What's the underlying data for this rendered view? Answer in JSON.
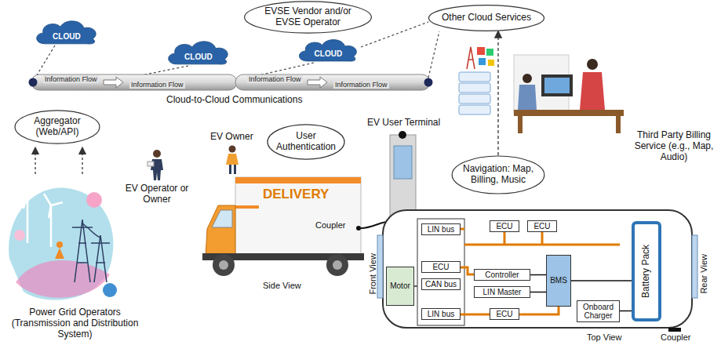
{
  "diagram": {
    "nodes": [
      {
        "text": [
          "CLOUD"
        ]
      },
      {
        "text": [
          "EVSE Vendor and/or EVSE Operator"
        ]
      },
      {
        "text": [
          "CLOUD"
        ]
      },
      {
        "text": [
          "CLOUD"
        ]
      },
      {
        "text": [
          "Other Cloud Services"
        ]
      },
      {
        "text": [
          "Aggregator (Web/API)"
        ]
      },
      {
        "text": [
          "User Authentication"
        ]
      },
      {
        "text": [
          "Navigation: Map, Billing, Music"
        ]
      },
      {
        "text": [
          "LIN bus"
        ]
      },
      {
        "text": [
          "ECU"
        ]
      },
      {
        "text": [
          "ECU"
        ]
      },
      {
        "text": [
          "ECU"
        ]
      },
      {
        "text": [
          "Controller"
        ]
      },
      {
        "text": [
          "CAN bus"
        ]
      },
      {
        "text": [
          "LIN Master"
        ]
      },
      {
        "text": [
          "BMS"
        ]
      },
      {
        "text": [
          "Motor"
        ]
      },
      {
        "text": [
          "Battery Pack"
        ]
      },
      {
        "text": [
          "LIN bus"
        ]
      },
      {
        "text": [
          "ECU"
        ]
      },
      {
        "text": [
          "Onboard Charger"
        ]
      }
    ],
    "edges": [
      {
        "from": 7,
        "to": 4,
        "arrow": "to"
      },
      {
        "from": 12,
        "to": 15,
        "arrow": "none"
      },
      {
        "from": 14,
        "to": 15,
        "arrow": "none"
      },
      {
        "from": 15,
        "to": 17,
        "arrow": "none"
      },
      {
        "from": 20,
        "to": 17,
        "arrow": "none"
      }
    ],
    "labels": [
      "Information Flow",
      "Information Flow",
      "Information Flow",
      "Information Flow",
      "Cloud-to-Cloud Communications",
      "Power Grid Operators (Transmission and Distribution System)",
      "EV Operator or Owner",
      "EV Owner",
      "EV User Terminal",
      "Third Party Billing Service (e.g., Map, Audio)",
      "DELIVERY",
      "Coupler",
      "Side View",
      "Front View",
      "Rear View",
      "Top View",
      "Coupler"
    ]
  }
}
